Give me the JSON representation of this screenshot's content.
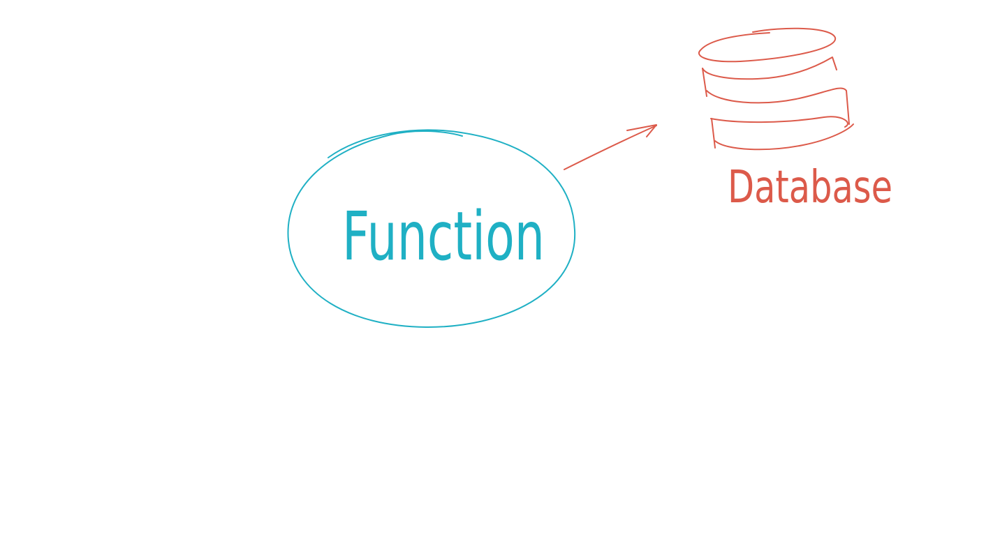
{
  "colors": {
    "function_stroke": "#1fb0c4",
    "database_stroke": "#dc5a4a",
    "background": "#ffffff"
  },
  "nodes": {
    "function": {
      "label": "Function",
      "shape": "ellipse"
    },
    "database": {
      "label": "Database",
      "shape": "cylinder-icon"
    }
  },
  "edges": [
    {
      "from": "function",
      "to": "database",
      "style": "arrow"
    }
  ]
}
